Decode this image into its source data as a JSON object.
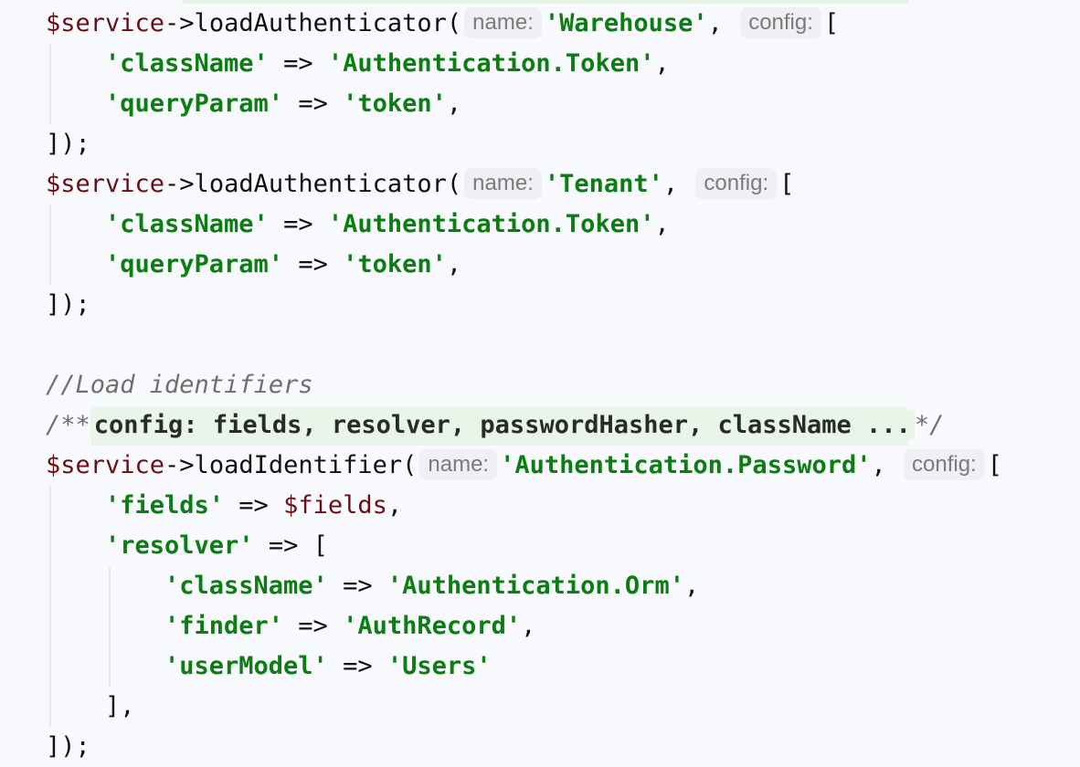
{
  "colors": {
    "background": "#f7f9fd",
    "variable": "#6b0e14",
    "string": "#0c7d12",
    "comment": "#6f6f6f",
    "hint_background": "#eef0f3",
    "fold_highlight": "#eaf5e9"
  },
  "code_lines": [
    {
      "indent": 0,
      "tokens": [
        {
          "t": "var",
          "v": "$service"
        },
        {
          "t": "plain",
          "v": "->loadAuthenticator("
        },
        {
          "t": "hint",
          "v": "name:"
        },
        {
          "t": "str",
          "v": "'Warehouse'"
        },
        {
          "t": "plain",
          "v": ", "
        },
        {
          "t": "hint",
          "v": "config:"
        },
        {
          "t": "plain",
          "v": "["
        }
      ]
    },
    {
      "indent": 1,
      "tokens": [
        {
          "t": "str",
          "v": "'className'"
        },
        {
          "t": "plain",
          "v": " => "
        },
        {
          "t": "str",
          "v": "'Authentication.Token'"
        },
        {
          "t": "plain",
          "v": ","
        }
      ]
    },
    {
      "indent": 1,
      "tokens": [
        {
          "t": "str",
          "v": "'queryParam'"
        },
        {
          "t": "plain",
          "v": " => "
        },
        {
          "t": "str",
          "v": "'token'"
        },
        {
          "t": "plain",
          "v": ","
        }
      ]
    },
    {
      "indent": 0,
      "tokens": [
        {
          "t": "plain",
          "v": "]);"
        }
      ]
    },
    {
      "indent": 0,
      "tokens": [
        {
          "t": "var",
          "v": "$service"
        },
        {
          "t": "plain",
          "v": "->loadAuthenticator("
        },
        {
          "t": "hint",
          "v": "name:"
        },
        {
          "t": "str",
          "v": "'Tenant'"
        },
        {
          "t": "plain",
          "v": ", "
        },
        {
          "t": "hint",
          "v": "config:"
        },
        {
          "t": "plain",
          "v": "["
        }
      ]
    },
    {
      "indent": 1,
      "tokens": [
        {
          "t": "str",
          "v": "'className'"
        },
        {
          "t": "plain",
          "v": " => "
        },
        {
          "t": "str",
          "v": "'Authentication.Token'"
        },
        {
          "t": "plain",
          "v": ","
        }
      ]
    },
    {
      "indent": 1,
      "tokens": [
        {
          "t": "str",
          "v": "'queryParam'"
        },
        {
          "t": "plain",
          "v": " => "
        },
        {
          "t": "str",
          "v": "'token'"
        },
        {
          "t": "plain",
          "v": ","
        }
      ]
    },
    {
      "indent": 0,
      "tokens": [
        {
          "t": "plain",
          "v": "]);"
        }
      ]
    },
    {
      "indent": 0,
      "tokens": []
    },
    {
      "indent": 0,
      "tokens": [
        {
          "t": "comment",
          "v": "//Load identifiers"
        }
      ]
    },
    {
      "indent": 0,
      "tokens": [
        {
          "t": "comment",
          "v": "/**"
        },
        {
          "t": "fold",
          "v": "config: fields, resolver, passwordHasher, className ..."
        },
        {
          "t": "comment",
          "v": "*/"
        }
      ]
    },
    {
      "indent": 0,
      "tokens": [
        {
          "t": "var",
          "v": "$service"
        },
        {
          "t": "plain",
          "v": "->loadIdentifier("
        },
        {
          "t": "hint",
          "v": "name:"
        },
        {
          "t": "str",
          "v": "'Authentication.Password'"
        },
        {
          "t": "plain",
          "v": ", "
        },
        {
          "t": "hint",
          "v": "config:"
        },
        {
          "t": "plain",
          "v": "["
        }
      ]
    },
    {
      "indent": 1,
      "tokens": [
        {
          "t": "str",
          "v": "'fields'"
        },
        {
          "t": "plain",
          "v": " => "
        },
        {
          "t": "var",
          "v": "$fields"
        },
        {
          "t": "plain",
          "v": ","
        }
      ]
    },
    {
      "indent": 1,
      "tokens": [
        {
          "t": "str",
          "v": "'resolver'"
        },
        {
          "t": "plain",
          "v": " => ["
        }
      ]
    },
    {
      "indent": 2,
      "tokens": [
        {
          "t": "str",
          "v": "'className'"
        },
        {
          "t": "plain",
          "v": " => "
        },
        {
          "t": "str",
          "v": "'Authentication.Orm'"
        },
        {
          "t": "plain",
          "v": ","
        }
      ]
    },
    {
      "indent": 2,
      "tokens": [
        {
          "t": "str",
          "v": "'finder'"
        },
        {
          "t": "plain",
          "v": " => "
        },
        {
          "t": "str",
          "v": "'AuthRecord'"
        },
        {
          "t": "plain",
          "v": ","
        }
      ]
    },
    {
      "indent": 2,
      "tokens": [
        {
          "t": "str",
          "v": "'userModel'"
        },
        {
          "t": "plain",
          "v": " => "
        },
        {
          "t": "str",
          "v": "'Users'"
        }
      ]
    },
    {
      "indent": 1,
      "tokens": [
        {
          "t": "plain",
          "v": "],"
        }
      ]
    },
    {
      "indent": 0,
      "tokens": [
        {
          "t": "plain",
          "v": "]);"
        }
      ]
    }
  ]
}
